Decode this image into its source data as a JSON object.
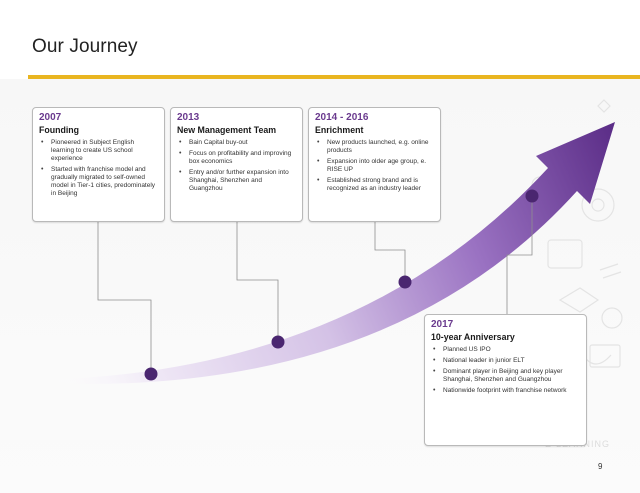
{
  "slide": {
    "title": "Our Journey",
    "page_number": "9"
  },
  "milestones": [
    {
      "year": "2007",
      "heading": "Founding",
      "bullets": [
        "Pioneered in Subject English learning to create US school experience",
        "Started with franchise model and gradually migrated to self-owned model in Tier-1 cities, predominately in Beijing"
      ]
    },
    {
      "year": "2013",
      "heading": "New  Management Team",
      "bullets": [
        "Bain Capital buy-out",
        "Focus on profitability and improving box economics",
        "Entry and/or further expansion into Shanghai, Shenzhen and Guangzhou"
      ]
    },
    {
      "year": "2014 - 2016",
      "heading": "Enrichment",
      "bullets": [
        "New products launched, e.g. online products",
        "Expansion into older age group, e. RISE UP",
        "Established strong brand and is recognized as an industry leader"
      ]
    },
    {
      "year": "2017",
      "heading": "10-year Anniversary",
      "bullets": [
        "Planned US IPO",
        "National leader in junior ELT",
        "Dominant player in Beijing and key player Shanghai, Shenzhen and Guangzhou",
        "Nationwide footprint with franchise network"
      ]
    }
  ],
  "colors": {
    "accent_rule": "#e9b520",
    "year_purple": "#6a3a8e",
    "arrow_dark": "#5b2d87",
    "marker": "#4a2670"
  },
  "decoration": {
    "watermark_text": "E-LEARNING"
  }
}
